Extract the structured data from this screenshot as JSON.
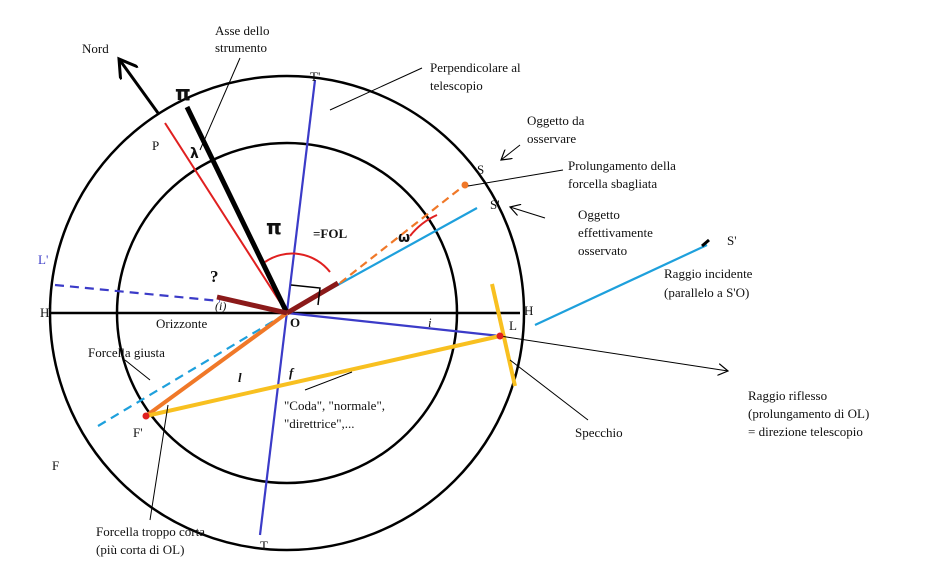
{
  "labels": {
    "nord": "Nord",
    "asse_1": "Asse dello",
    "asse_2": "strumento",
    "pi_top": "π",
    "pi_mid": "π",
    "lambda": "λ",
    "p": "P",
    "t_prime": "T'",
    "t": "T",
    "perp_1": "Perpendicolare al",
    "perp_2": "telescopio",
    "oggetto_1": "Oggetto da",
    "oggetto_2": "osservare",
    "s": "S",
    "prol_1": "Prolungamento della",
    "prol_2": "forcella sbagliata",
    "s_prime": "S'",
    "eff_1": "Oggetto",
    "eff_2": "effettivamente",
    "eff_3": "osservato",
    "fol": "=FOL",
    "omega": "ω",
    "question": "?",
    "l_prime": "L'",
    "h_prime": "H'",
    "i_paren": "(i)",
    "orizzonte": "Orizzonte",
    "o": "O",
    "i_small": "i",
    "h": "H",
    "l": "L",
    "s_prime_2": "S'",
    "raggio_inc_1": "Raggio incidente",
    "raggio_inc_2": "(parallelo a S'O)",
    "forcella_giusta": "Forcella giusta",
    "l_italic": "l",
    "f_italic": "f",
    "coda_1": "\"Coda\", \"normale\",",
    "coda_2": "\"direttrice\",...",
    "f_prime": "F'",
    "f": "F",
    "raggio_rif_1": "Raggio riflesso",
    "raggio_rif_2": "(prolungamento di OL)",
    "raggio_rif_3": "= direzione telescopio",
    "specchio": "Specchio",
    "troppo_1": "Forcella troppo corta",
    "troppo_2": "(più corta di OL)"
  },
  "colors": {
    "black": "#000000",
    "blue": "#3b3bc8",
    "red": "#e02020",
    "orange": "#f07828",
    "cyan": "#1ea0dc",
    "yellow": "#f8c020",
    "darkred": "#8b1a1a"
  }
}
